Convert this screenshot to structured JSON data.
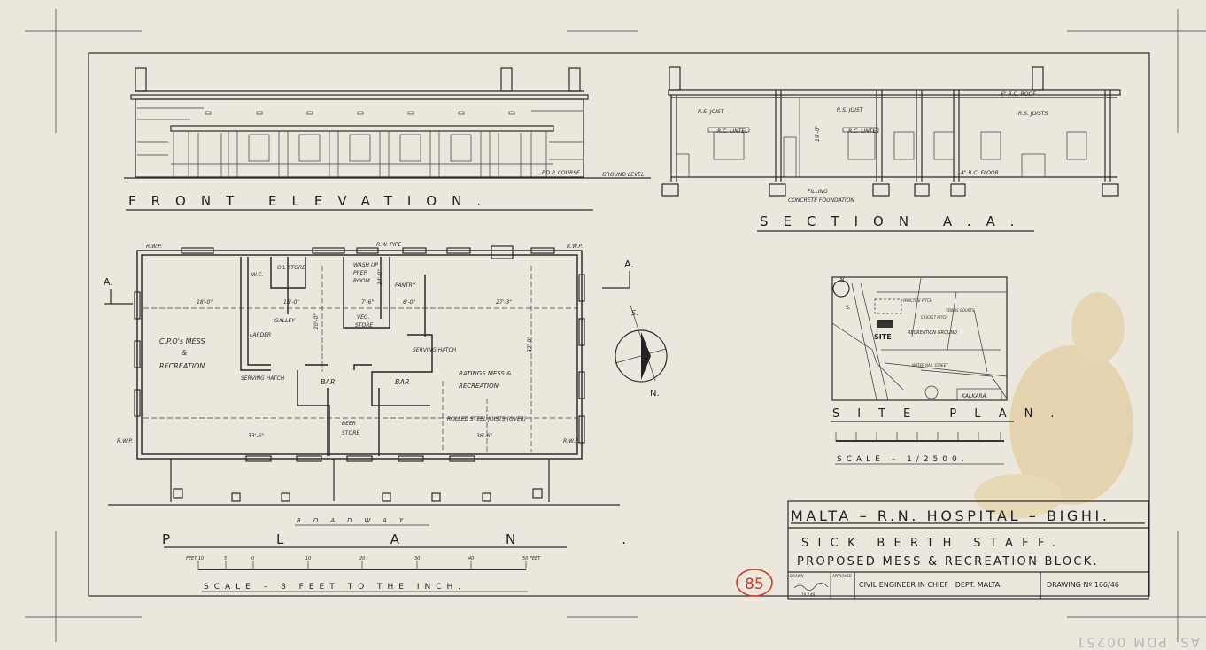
{
  "elevation": {
    "title": "FRONT ELEVATION.",
    "dpc_label": "F.D.P. COURSE",
    "ground_label": "GROUND LEVEL"
  },
  "section": {
    "title": "SECTION A.A.",
    "rs_joist": "R.S. JOIST",
    "rs_joist_2": "R.S. JOIST",
    "rc_lintel_1": "R.C. LINTEL",
    "rc_lintel_2": "R.C. LINTEL",
    "roof": "6\" R.C. ROOF",
    "rs_joists": "R.S. JOISTS",
    "floor": "4\" R.C. FLOOR",
    "filling": "FILLING",
    "foundation": "CONCRETE FOUNDATION",
    "height_dim": "19'-0\""
  },
  "plan": {
    "title": "PLAN.",
    "roadway": "ROADWAY",
    "rwp_1": "R.W.P.",
    "rw_pipe": "R.W. PIPE",
    "rwp_2": "R.W.P.",
    "rwp_3": "R.W.P.",
    "rwp_4": "R.W.P.",
    "oil_store": "OIL STORE",
    "wc": "W.C.",
    "wash_up": "WASH UP",
    "prep": "PREP.",
    "room": "ROOM",
    "pantry": "PANTRY",
    "galley": "GALLEY",
    "larder": "LARDER",
    "veg": "VEG.",
    "store": "STORE",
    "cpo_mess": "C.P.O's MESS",
    "amp": "&",
    "recreation": "RECREATION",
    "serving_hatch_1": "SERVING HATCH",
    "serving_hatch_2": "SERVING HATCH",
    "bar_1": "BAR",
    "bar_2": "BAR",
    "beer": "BEER",
    "beer_store": "STORE",
    "ratings_mess": "RATINGS MESS &",
    "ratings_recreation": "RECREATION",
    "joists": "ROLLED STEEL JOISTS (OVER)",
    "dims": {
      "d1": "18'-0\"",
      "d2": "18'-0\"",
      "d3": "7'-6\"",
      "d4": "6'-0\"",
      "d5": "27'-3\"",
      "d6": "33'-6\"",
      "d7": "36'-6\"",
      "d8": "37'-0\"",
      "d9": "20'-0\"",
      "d10": "14'-0\""
    },
    "scale_ticks": [
      "FEET 10",
      "5",
      "0",
      "10",
      "20",
      "30",
      "40",
      "50 FEET"
    ],
    "scale": "SCALE – 8 FEET TO THE INCH."
  },
  "markers": {
    "section_a_left": "A.",
    "section_a_right": "A.",
    "north": "N.",
    "south": "S."
  },
  "site_plan": {
    "title": "SITE PLAN.",
    "site": "SITE",
    "recreation_ground": "RECREATION GROUND",
    "cricket_pitch": "CRICKET PITCH",
    "tennis_courts": "TENNIS COURTS",
    "practice_pitch": "PRACTICE PITCH",
    "street": "WATER RAIL STREET",
    "kalkara": "KALKARA.",
    "north": "N.",
    "south": "S.",
    "scale": "SCALE – 1/2500."
  },
  "title_block": {
    "line1": "MALTA – R.N. HOSPITAL – BIGHI.",
    "line2": "SICK BERTH STAFF.",
    "line3": "PROPOSED MESS & RECREATION BLOCK.",
    "drawn_label": "DRAWN",
    "approved_label": "APPROVED",
    "date": "19.2.46",
    "office": "CIVIL ENGINEER IN CHIEF   DEPT. MALTA",
    "drawing_no": "DRAWING Nº 166/46"
  },
  "stamp": "85",
  "archive_ref": "AS. PDM 00251",
  "colors": {
    "paper": "#ebe7dc",
    "ink": "#222222",
    "stamp": "#d23a2a"
  }
}
